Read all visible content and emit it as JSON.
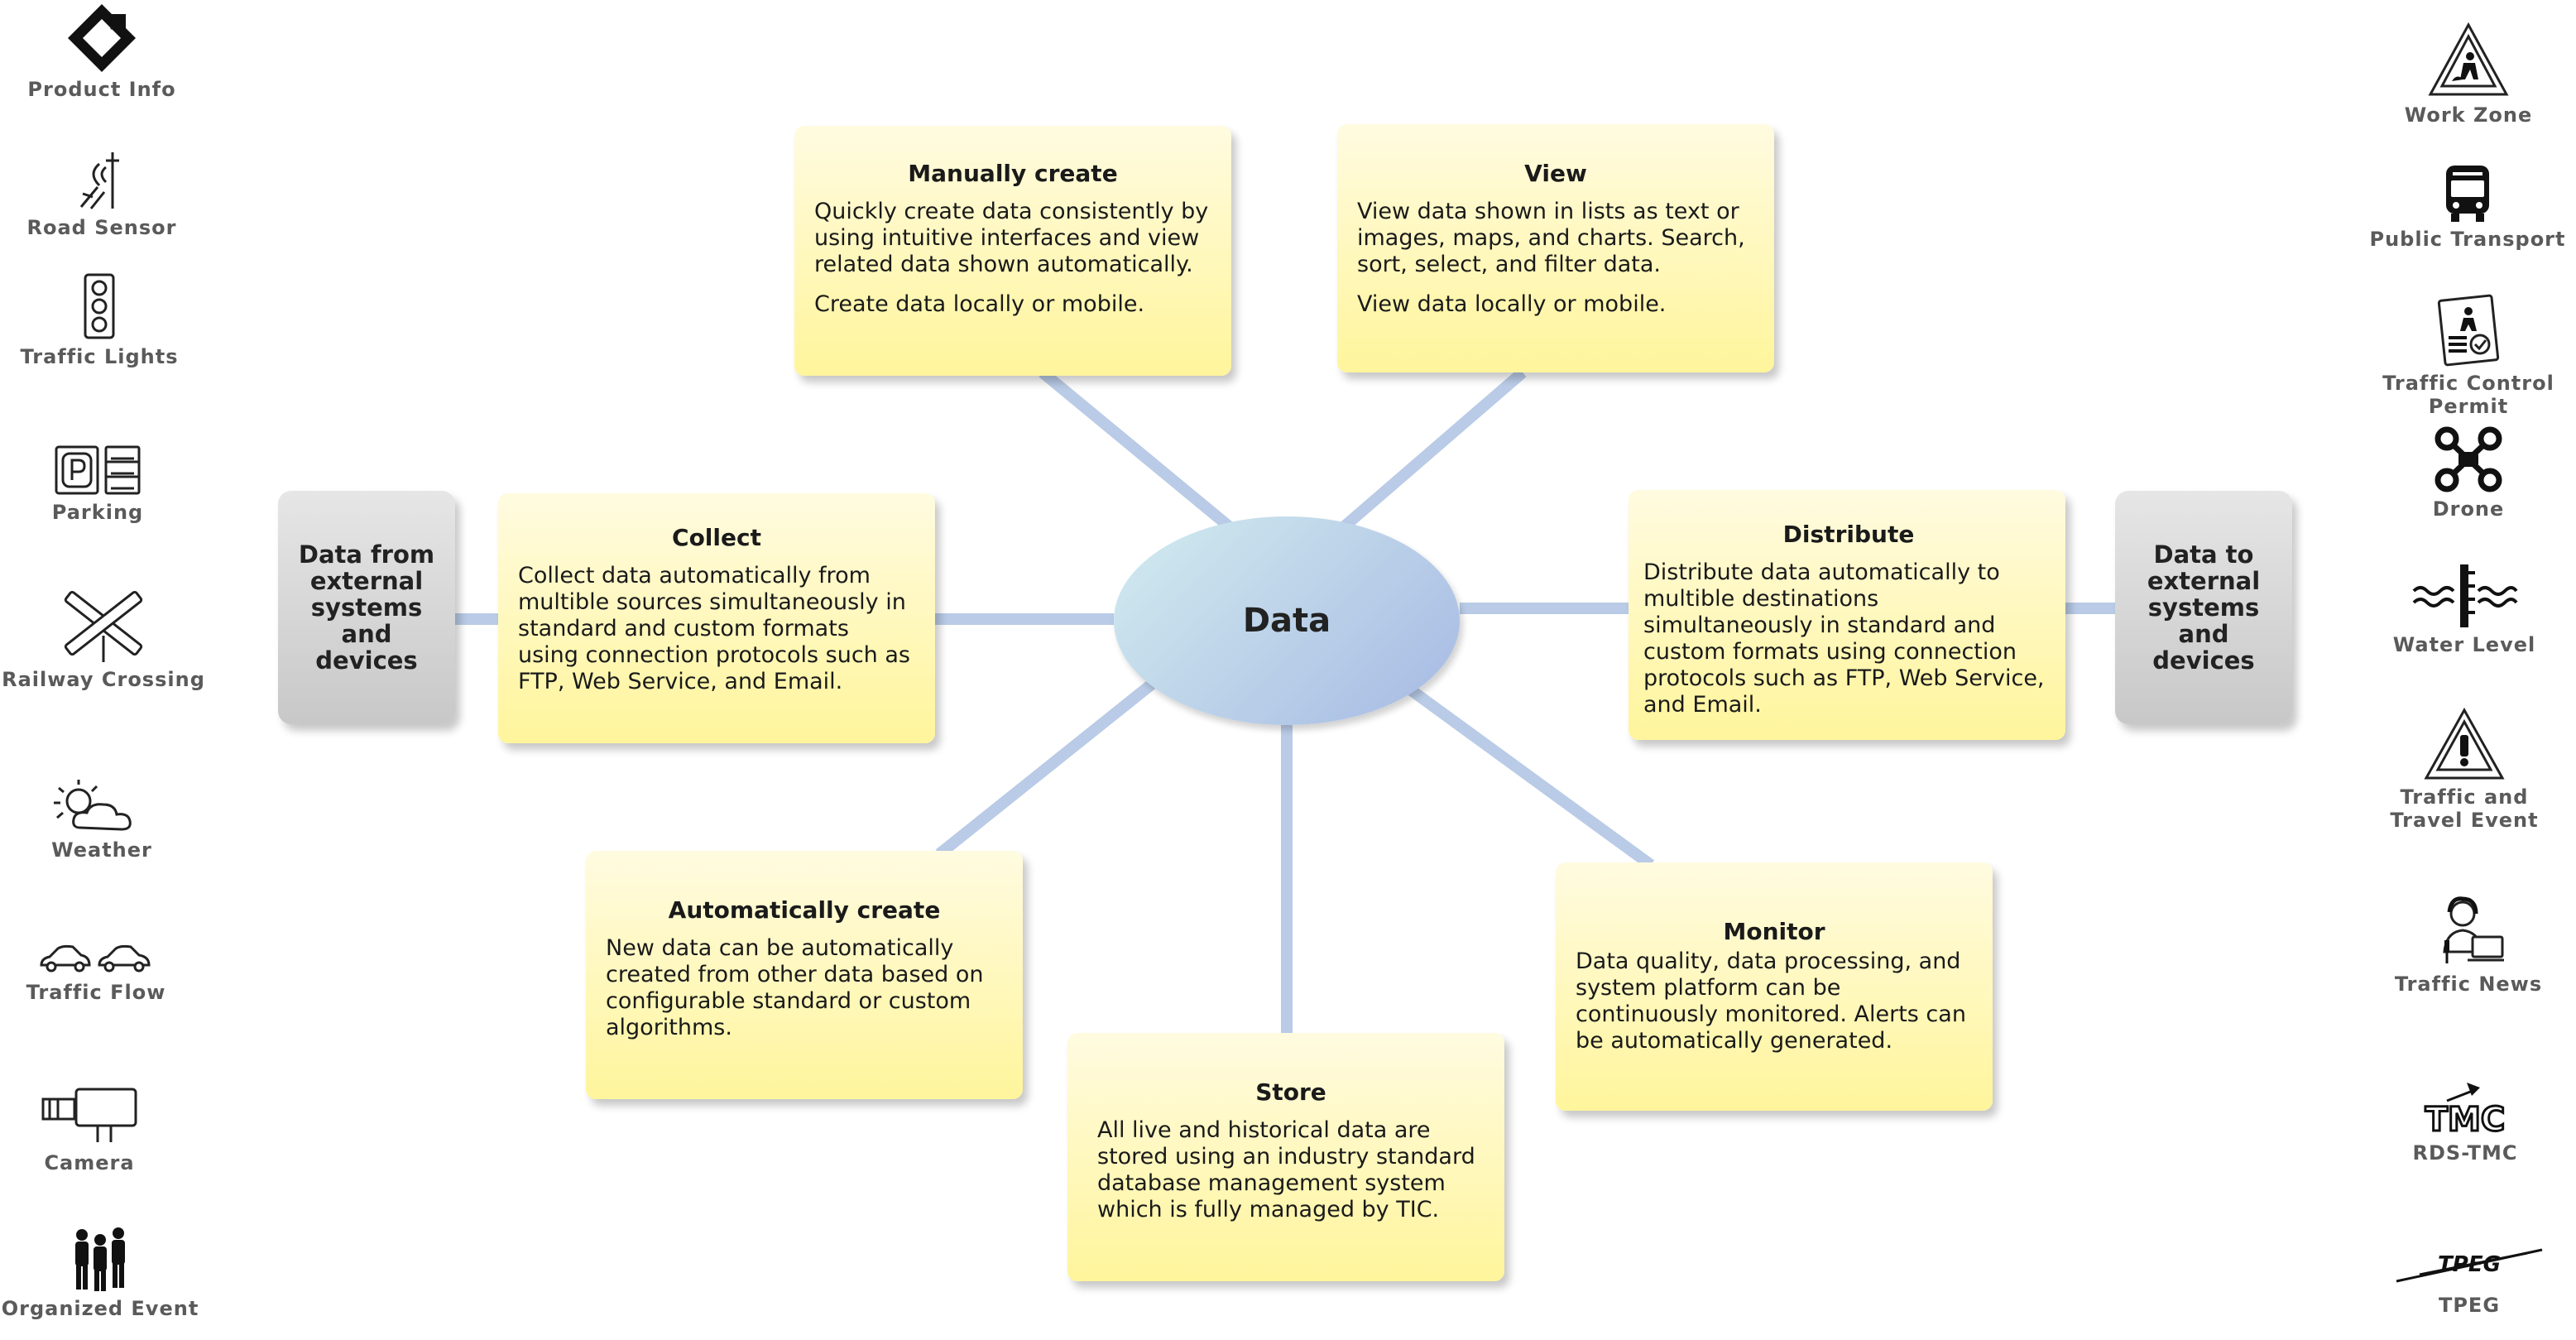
{
  "hub": {
    "label": "Data"
  },
  "left_icons": [
    {
      "label": "Product Info",
      "icon": "product-info-icon"
    },
    {
      "label": "Road Sensor",
      "icon": "road-sensor-icon"
    },
    {
      "label": "Traffic Lights",
      "icon": "traffic-lights-icon"
    },
    {
      "label": "Parking",
      "icon": "parking-icon"
    },
    {
      "label": "Railway Crossing",
      "icon": "railway-crossing-icon"
    },
    {
      "label": "Weather",
      "icon": "weather-icon"
    },
    {
      "label": "Traffic Flow",
      "icon": "traffic-flow-icon"
    },
    {
      "label": "Camera",
      "icon": "camera-icon"
    },
    {
      "label": "Organized Event",
      "icon": "organized-event-icon"
    }
  ],
  "right_icons": [
    {
      "label": "Work Zone",
      "icon": "work-zone-icon"
    },
    {
      "label": "Public Transport",
      "icon": "public-transport-icon"
    },
    {
      "label": "Traffic Control Permit",
      "icon": "traffic-control-permit-icon"
    },
    {
      "label": "Drone",
      "icon": "drone-icon"
    },
    {
      "label": "Water Level",
      "icon": "water-level-icon"
    },
    {
      "label": "Traffic and Travel Event",
      "icon": "traffic-travel-event-icon"
    },
    {
      "label": "Traffic News",
      "icon": "traffic-news-icon"
    },
    {
      "label": "RDS-TMC",
      "icon": "rds-tmc-icon"
    },
    {
      "label": "TPEG",
      "icon": "tpeg-icon"
    }
  ],
  "external": {
    "from": "Data from external systems and devices",
    "to": "Data to external systems and devices"
  },
  "cards": {
    "manually_create": {
      "title": "Manually create",
      "paragraphs": [
        "Quickly create data consistently by using intuitive interfaces and view related data shown automatically.",
        "Create data locally or mobile."
      ]
    },
    "view": {
      "title": "View",
      "paragraphs": [
        "View data shown in lists as text or images, maps, and charts. Search, sort, select, and filter data.",
        "View data locally or mobile."
      ]
    },
    "collect": {
      "title": "Collect",
      "paragraphs": [
        "Collect data automatically from multible sources simultaneously in standard and custom formats using connection protocols such as FTP, Web Service, and Email."
      ]
    },
    "distribute": {
      "title": "Distribute",
      "paragraphs": [
        "Distribute data automatically to multible destinations simultaneously in standard and custom formats using connection protocols such as FTP, Web Service, and Email."
      ]
    },
    "automatically_create": {
      "title": "Automatically create",
      "paragraphs": [
        "New data can be automatically created from other data based on configurable standard or custom algorithms."
      ]
    },
    "monitor": {
      "title": "Monitor",
      "paragraphs": [
        "Data quality, data processing, and system platform can be continuously monitored. Alerts can be automatically generated."
      ]
    },
    "store": {
      "title": "Store",
      "paragraphs": [
        "All live and historical data are stored using an industry standard database management system which is fully managed by TIC."
      ]
    }
  },
  "colors": {
    "connector": "#b9cbe6",
    "card_fill": "#fff59c",
    "hub_fill": "#b7cbe6",
    "external_fill": "#d4d4d4"
  }
}
